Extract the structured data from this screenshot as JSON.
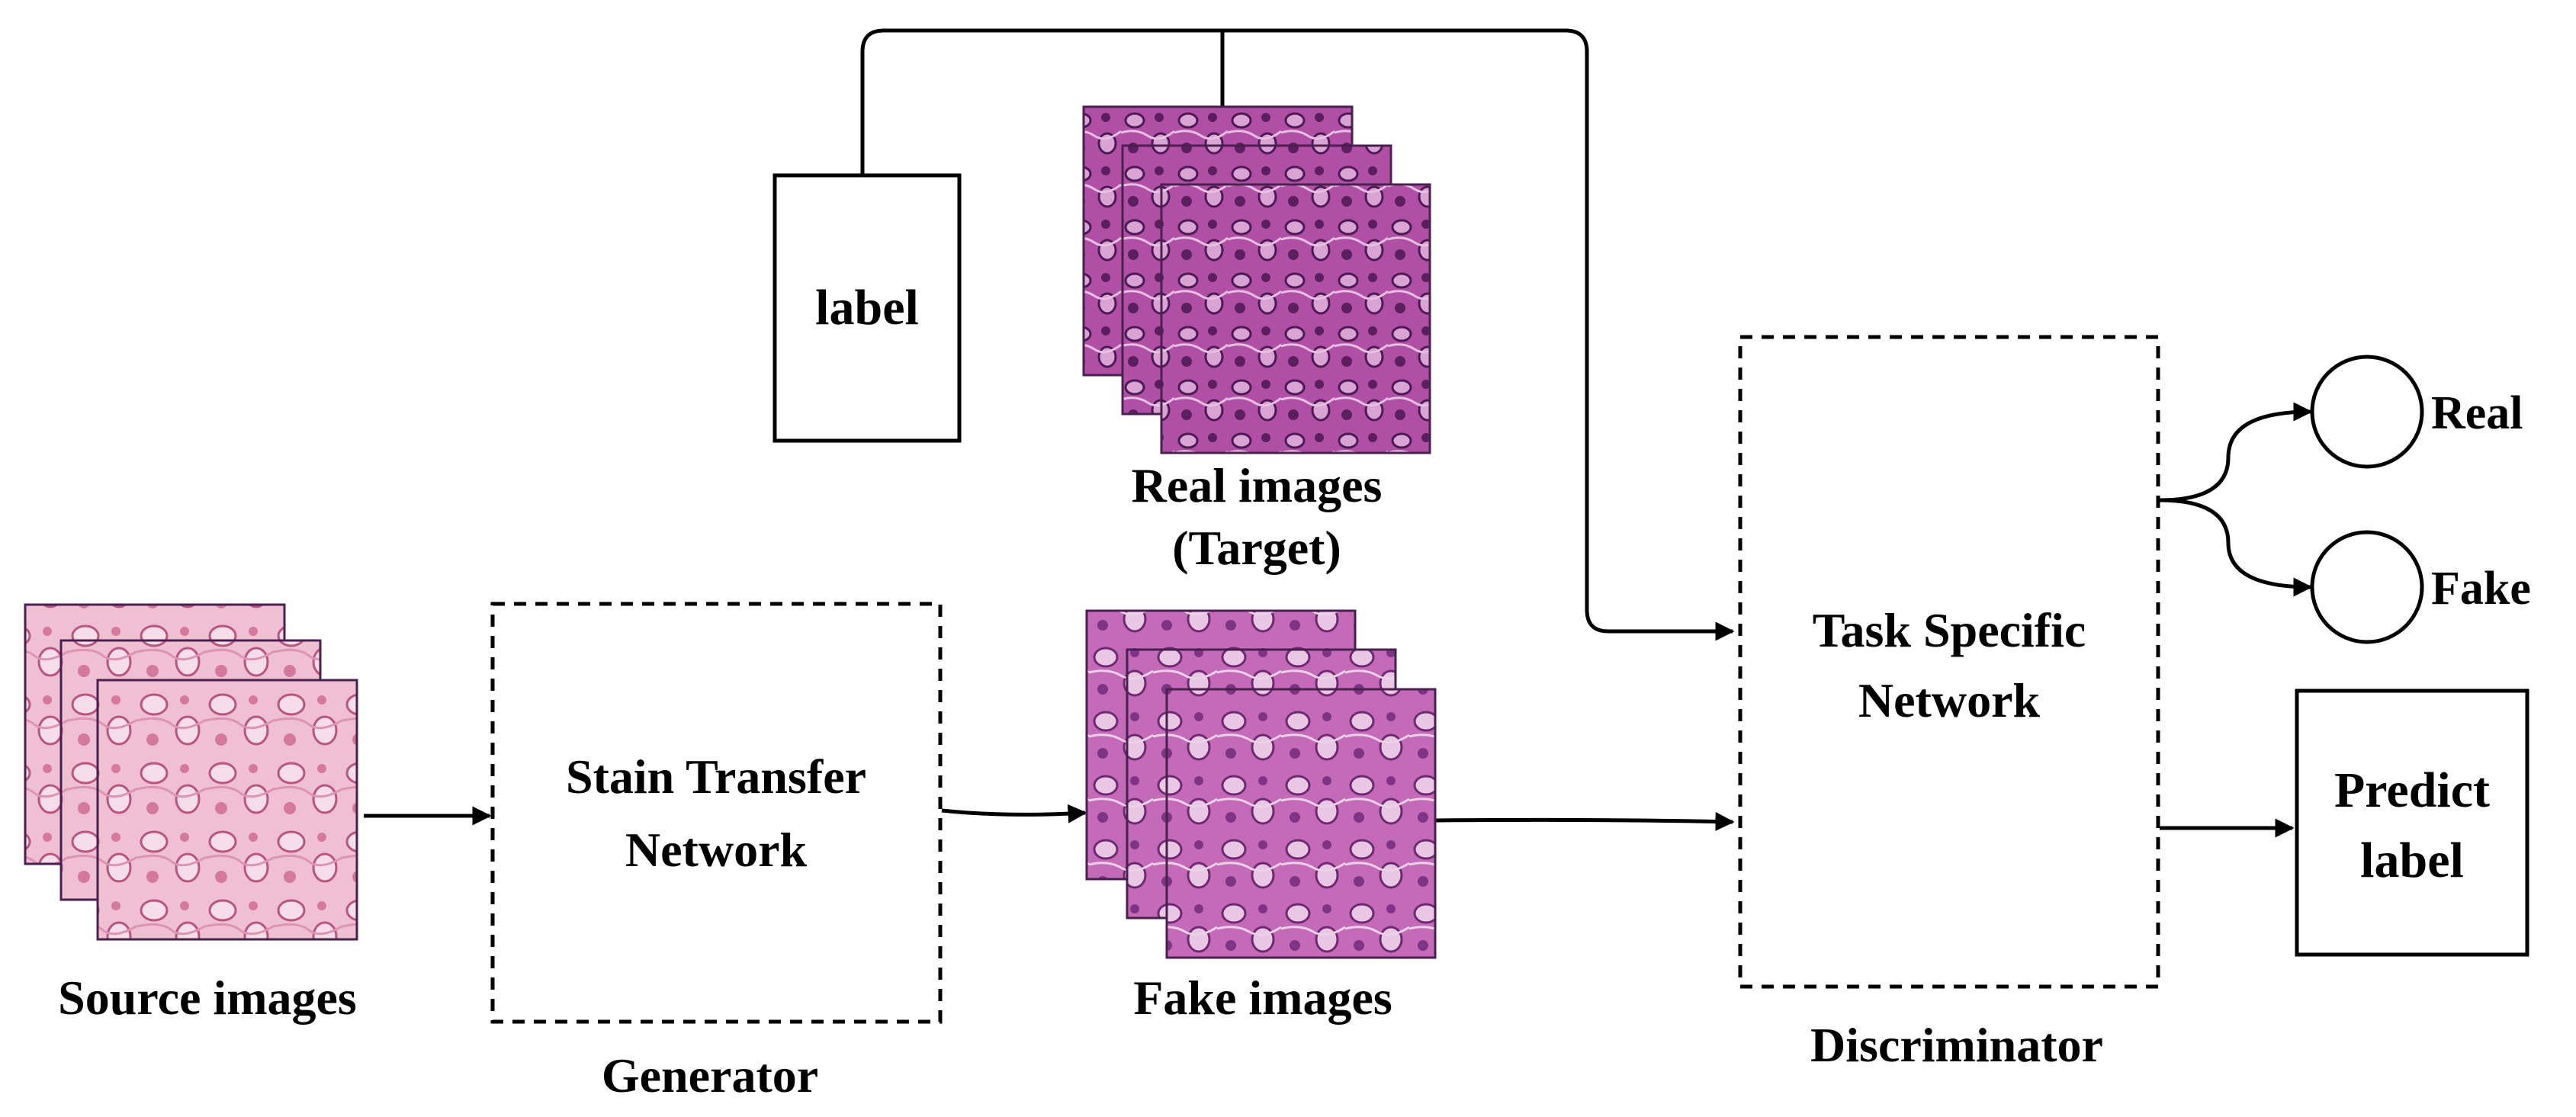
{
  "nodes": {
    "label_box": "label",
    "real_images": [
      "Real images",
      "(Target)"
    ],
    "source_images": "Source images",
    "stain_transfer": [
      "Stain Transfer",
      "Network"
    ],
    "generator": "Generator",
    "fake_images": "Fake images",
    "task_specific": [
      "Task Specific",
      "Network"
    ],
    "discriminator": "Discriminator",
    "out_real": "Real",
    "out_fake": "Fake",
    "predict_label": [
      "Predict",
      "label"
    ]
  },
  "colors": {
    "source_tint": "#e8a6c0",
    "real_tint": "#a8479e",
    "fake_tint": "#c163b5",
    "nucleus_dark": "#5b1f5e"
  }
}
